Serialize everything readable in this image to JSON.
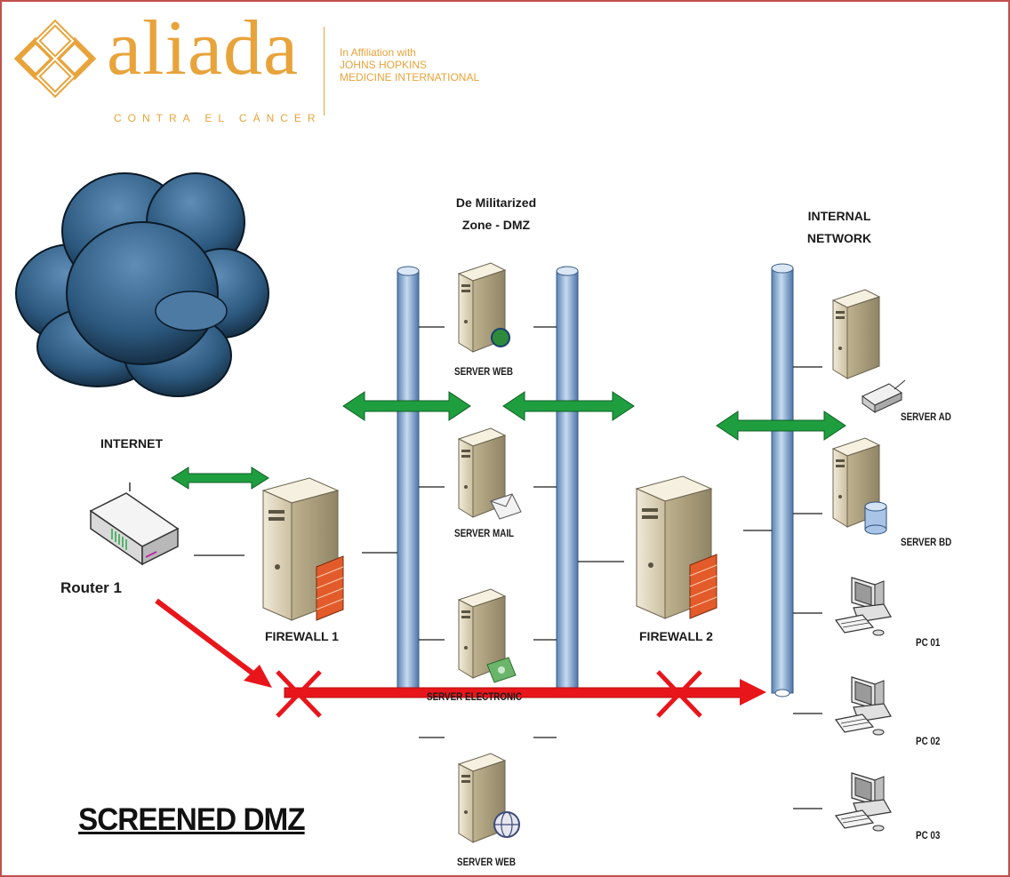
{
  "header": {
    "brand_name": "aliada",
    "brand_tagline": "CONTRA EL CÁNCER",
    "affiliation_line1": "In Affiliation with",
    "affiliation_line2": "JOHNS HOPKINS",
    "affiliation_line3": "MEDICINE INTERNATIONAL",
    "brand_color": "#e8a33a"
  },
  "zones": {
    "dmz_line1": "De Militarized",
    "dmz_line2": "Zone - DMZ",
    "internal_line1": "INTERNAL",
    "internal_line2": "NETWORK"
  },
  "labels": {
    "internet": "INTERNET",
    "router": "Router 1",
    "firewall1": "FIREWALL 1",
    "firewall2": "FIREWALL 2",
    "server_web_top": "SERVER WEB",
    "server_mail": "SERVER MAIL",
    "server_electronic": "SERVER ELECTRONIC",
    "server_web_bottom": "SERVER WEB",
    "server_ad": "SERVER AD",
    "server_bd": "SERVER BD",
    "pc01": "PC 01",
    "pc02": "PC 02",
    "pc03": "PC 03"
  },
  "title": "SCREENED DMZ",
  "colors": {
    "frame": "#c0504d",
    "allowed_arrow": "#1f9e3f",
    "blocked_arrow": "#e8161b",
    "bus_pipe": "#8db3e2",
    "cloud": "#2e5f86"
  },
  "icons": [
    "cloud-icon",
    "router-icon",
    "firewall-icon",
    "server-icon",
    "pc-icon",
    "globe-icon",
    "mail-icon",
    "database-icon"
  ]
}
